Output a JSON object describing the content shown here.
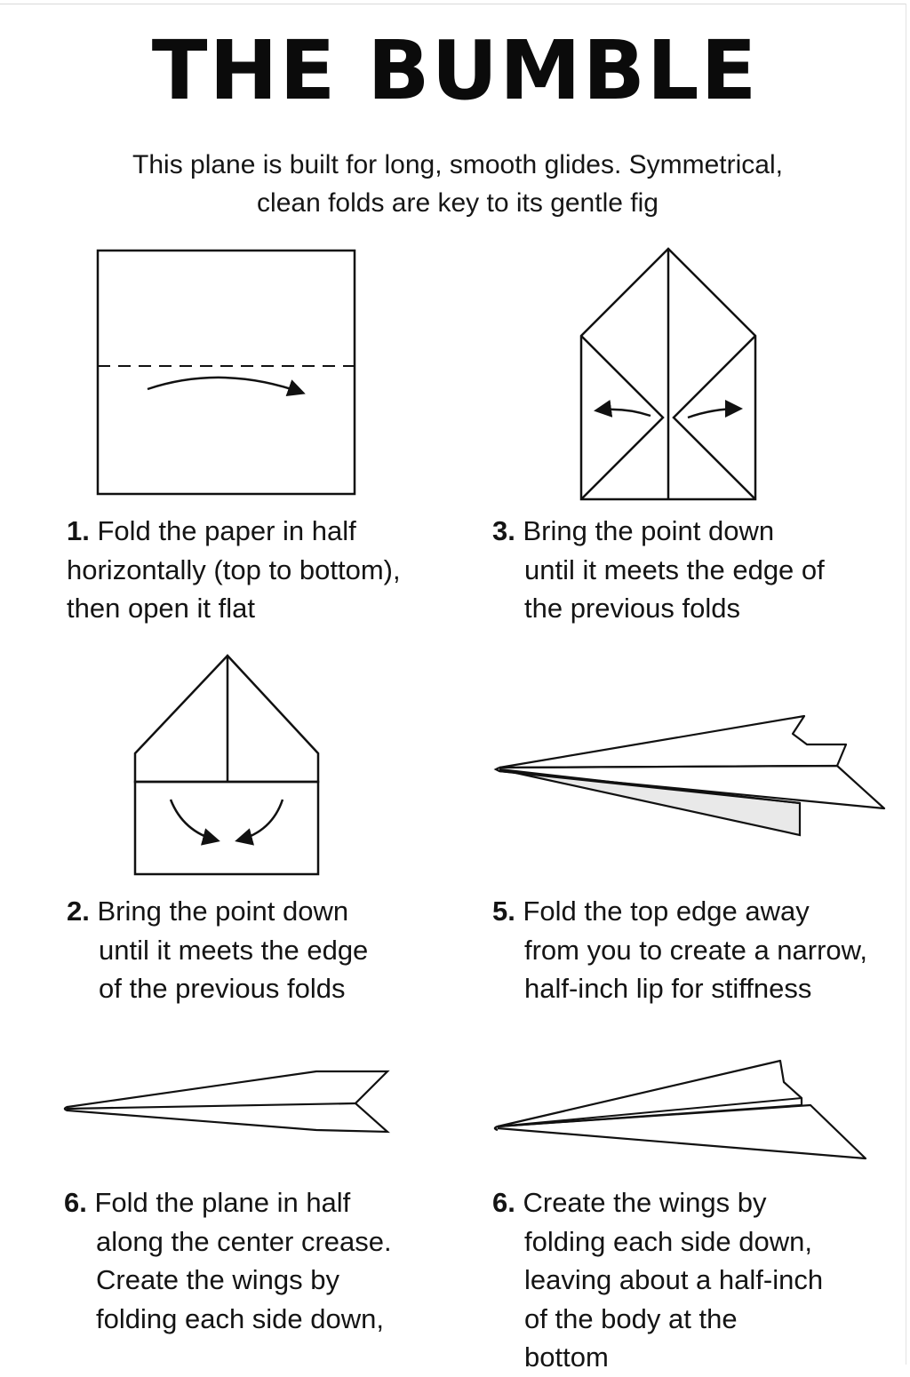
{
  "title": "THE BUMBLE",
  "intro": {
    "line1": "This plane is built for long, smooth glides. Symmetrical,",
    "line2": "clean folds are key to its gentle fig"
  },
  "steps": [
    {
      "num": "1.",
      "lines": [
        "Fold the paper in half",
        "horizontally (top to bottom),",
        "then open it flat"
      ]
    },
    {
      "num": "3.",
      "lines": [
        "Bring the point down",
        "until it meets the edge of",
        "the previous folds"
      ]
    },
    {
      "num": "2.",
      "lines": [
        "Bring the point down",
        "until it meets the edge",
        "of the previous folds"
      ]
    },
    {
      "num": "5.",
      "lines": [
        "Fold the top edge away",
        "from you to create a narrow,",
        "half-inch lip for stiffness"
      ]
    },
    {
      "num": "6.",
      "lines": [
        "Fold the plane in half",
        "along the center crease.",
        "Create the wings by",
        "folding each side down,"
      ]
    },
    {
      "num": "6.",
      "lines": [
        "Create the wings by",
        "folding each side down,",
        "leaving about a half-inch",
        "of the body at the",
        "bottom"
      ]
    }
  ]
}
